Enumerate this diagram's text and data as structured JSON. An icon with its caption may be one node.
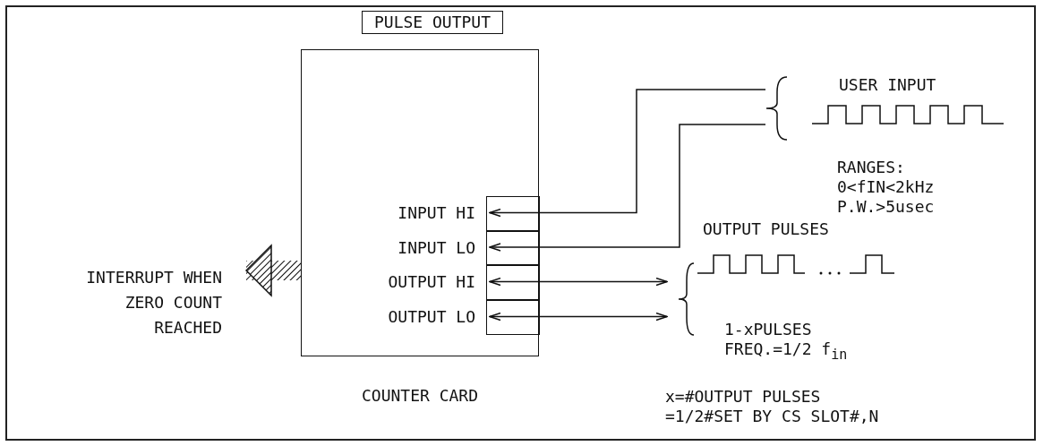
{
  "diagram": {
    "nodes": [
      {
        "text": [
          "PULSE OUTPUT"
        ]
      },
      {
        "text": [
          "COUNTER CARD"
        ]
      },
      {
        "text": [],
        "shape": "box",
        "in": 1,
        "beside": [
          "INPUT HI"
        ]
      },
      {
        "text": [],
        "shape": "box",
        "in": 1,
        "beside": [
          "INPUT LO"
        ]
      },
      {
        "text": [],
        "shape": "box",
        "in": 1,
        "beside": [
          "OUTPUT HI"
        ]
      },
      {
        "text": [],
        "shape": "box",
        "in": 1,
        "beside": [
          "OUTPUT LO"
        ]
      },
      {
        "text": [
          "USER INPUT",
          "RANGES: 0<fIN<2kHz P.W.>5usec"
        ]
      },
      {
        "text": [
          "OUTPUT PULSES",
          "1-xPULSES FREQ.=1/2 f$_{in}$"
        ]
      },
      {
        "text": [
          "INTERRUPT WHEN ZERO COUNT REACHED"
        ]
      }
    ],
    "edges": [
      {
        "from": 6,
        "to": 2,
        "arrow": "to"
      },
      {
        "from": 6,
        "to": 3,
        "arrow": "to"
      },
      {
        "from": 4,
        "to": 7,
        "arrow": "both"
      },
      {
        "from": 5,
        "to": 7,
        "arrow": "both"
      },
      {
        "from": 1,
        "to": 8,
        "arrow": "to",
        "style": "thick"
      }
    ],
    "labels": [
      "x=#OUTPUT PULSES =1/2#SET BY CS SLOT#,N"
    ]
  }
}
